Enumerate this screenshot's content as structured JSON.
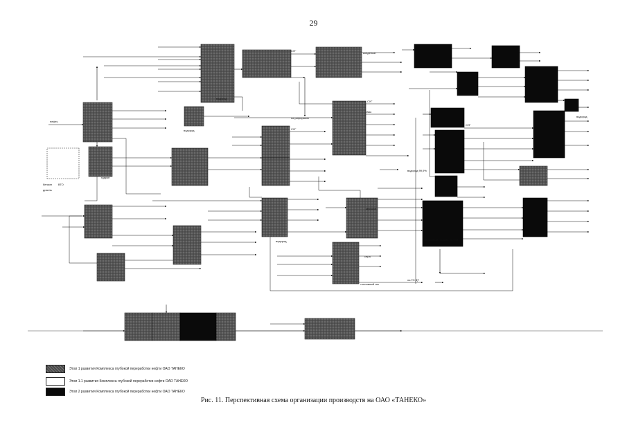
{
  "page": {
    "number": "29"
  },
  "labels": {
    "neft": "нефть",
    "svg": "СУГ",
    "benzin": "бензин",
    "dizel": "дизель",
    "vgo": "ВГО",
    "gudron": "гудрон",
    "vodorod": "водород",
    "kondensat": "конденсат",
    "kerosin": "керосин",
    "gazi": "газы",
    "vodorod_99": "водород 99,9%",
    "vakuum_gazoil": "вакуумный газойль на УЗК",
    "gg_topl": "топливный газ",
    "sera": "сера",
    "go_dt": "на ГО ДТ",
    "reforming": "на риформинг"
  },
  "legend": [
    {
      "color": "#5a5a5a",
      "text": "Этап 1 развития Комплекса глубокой переработки нефти ОАО ТАНЕКО"
    },
    {
      "color": "#ffffff",
      "text": "Этап 1.1 развития Комплекса глубокой переработки нефти ОАО ТАНЕКО"
    },
    {
      "color": "#0a0a0a",
      "text": "Этап 2 развития Комплекса глубокой переработки нефти ОАО ТАНЕКО"
    }
  ],
  "caption": "Рис. 11. Перспективная схема организации производств на ОАО «ТАНЕКО»"
}
